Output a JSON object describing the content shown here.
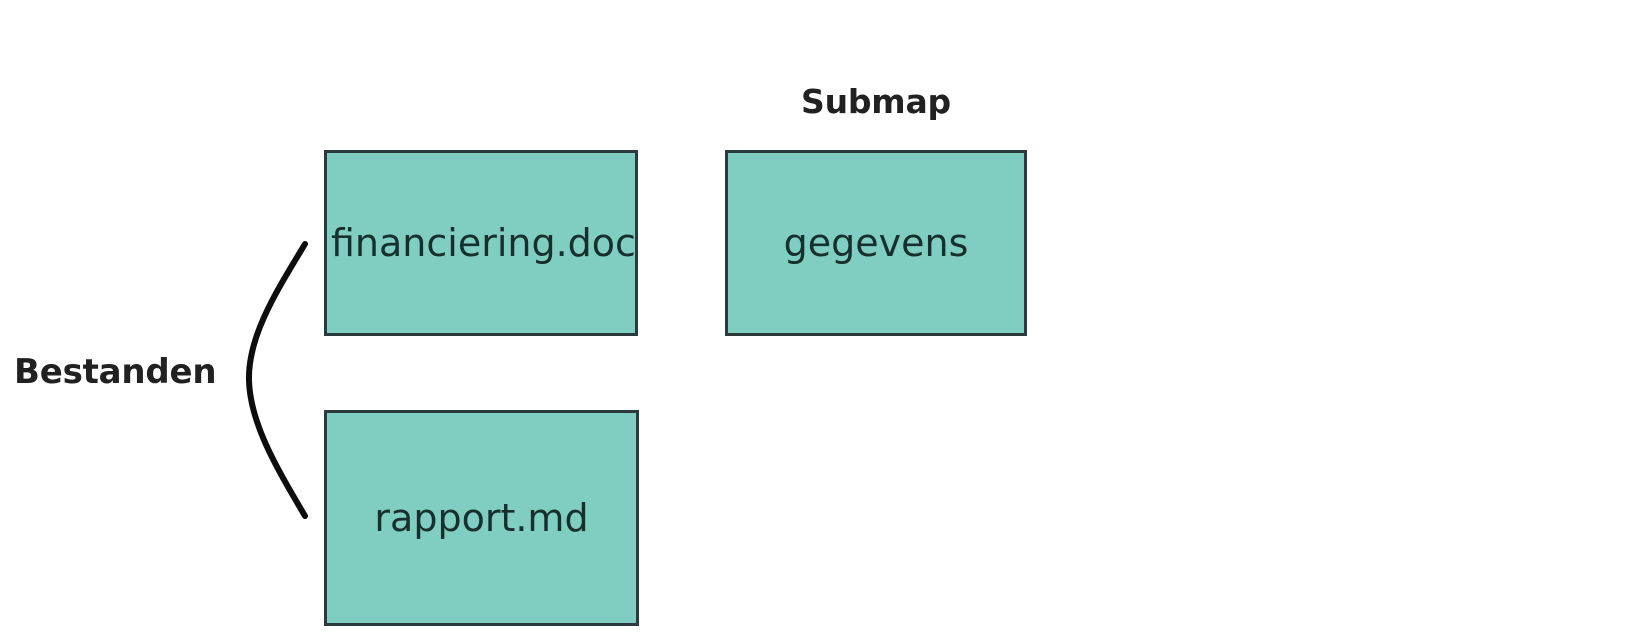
{
  "diagram": {
    "background_color": "#ffffff",
    "node_fill_color": "#80cec2",
    "node_border_color": "#2b3a3c",
    "text_color": "#17302f",
    "label_color": "#212121",
    "groups": [
      {
        "id": "bestanden",
        "label": "Bestanden",
        "connector": "curly-brace",
        "members": [
          "financiering.doc",
          "rapport.md"
        ]
      },
      {
        "id": "submap",
        "label": "Submap",
        "members": [
          "gegevens"
        ]
      }
    ],
    "nodes": [
      {
        "id": "financiering",
        "label": "financiering.doc",
        "group": "bestanden"
      },
      {
        "id": "rapport",
        "label": "rapport.md",
        "group": "bestanden"
      },
      {
        "id": "gegevens",
        "label": "gegevens",
        "group": "submap"
      }
    ]
  }
}
